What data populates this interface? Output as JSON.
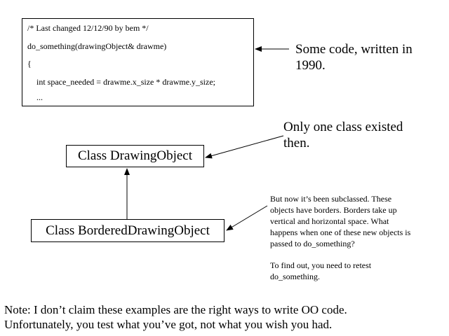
{
  "code_box": {
    "lines": [
      "/* Last changed 12/12/90 by bem */",
      "do_something(drawingObject& drawme)",
      "{",
      "int space_needed = drawme.x_size * drawme.y_size;",
      "..."
    ]
  },
  "callouts": {
    "code_note": [
      "Some code, written in",
      "1990."
    ],
    "class_note": [
      "Only one class existed",
      "then."
    ],
    "subclass_note": [
      "But now it’s been subclassed. These",
      "objects have borders.  Borders take up",
      "vertical and horizontal space.  What",
      "happens when one of these new objects is",
      "passed to do_something?"
    ],
    "retest_note": [
      "To find out, you need to retest",
      "do_something."
    ]
  },
  "classes": {
    "base": "Class DrawingObject",
    "derived": "Class BorderedDrawingObject"
  },
  "footer_note": [
    "Note: I don’t claim these examples are the right ways to write OO code.",
    "Unfortunately, you test what you’ve got, not what you wish you had."
  ]
}
